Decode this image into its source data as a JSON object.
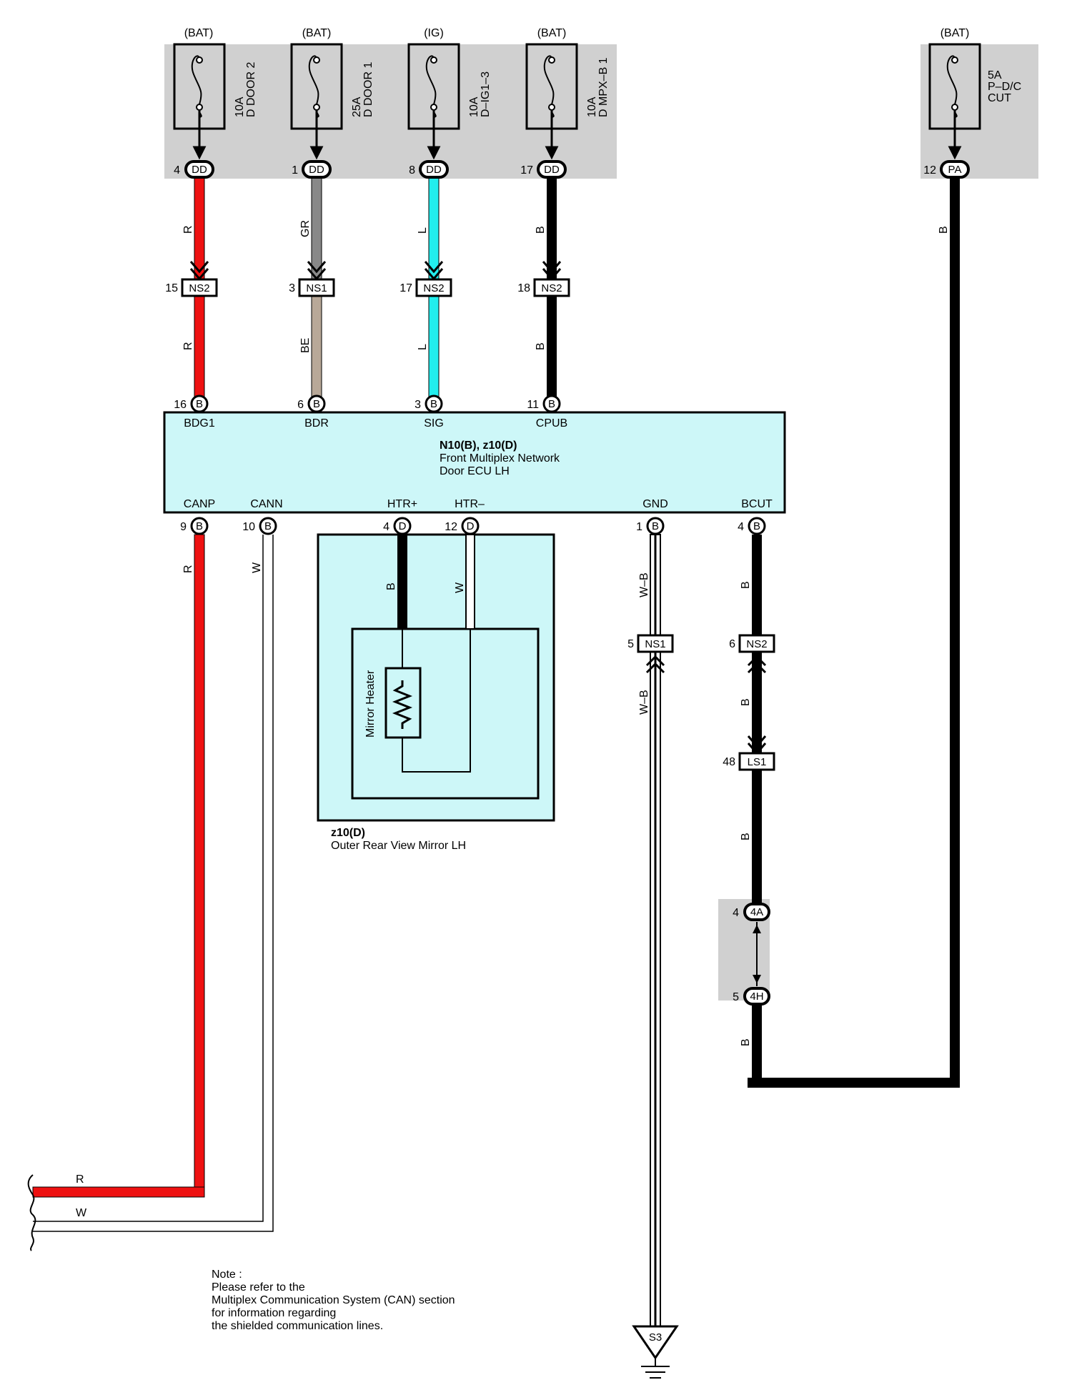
{
  "fuses": [
    {
      "supply": "(BAT)",
      "rating": "10A",
      "name": "D DOOR 2",
      "pin": "4",
      "connector": "DD"
    },
    {
      "supply": "(BAT)",
      "rating": "25A",
      "name": "D DOOR 1",
      "pin": "1",
      "connector": "DD"
    },
    {
      "supply": "(IG)",
      "rating": "10A",
      "name": "D–IG1–3",
      "pin": "8",
      "connector": "DD"
    },
    {
      "supply": "(BAT)",
      "rating": "10A",
      "name": "D MPX–B 1",
      "pin": "17",
      "connector": "DD"
    },
    {
      "supply": "(BAT)",
      "rating": "5A",
      "name": "P–D/C",
      "name2": "CUT",
      "pin": "12",
      "connector": "PA"
    }
  ],
  "wires_top": [
    {
      "upper_color": "R",
      "junction_pin": "15",
      "junction": "NS2",
      "lower_color": "R",
      "ecu_pin": "16",
      "ecu_conn": "B",
      "terminal": "BDG1"
    },
    {
      "upper_color": "GR",
      "junction_pin": "3",
      "junction": "NS1",
      "lower_color": "BE",
      "ecu_pin": "6",
      "ecu_conn": "B",
      "terminal": "BDR"
    },
    {
      "upper_color": "L",
      "junction_pin": "17",
      "junction": "NS2",
      "lower_color": "L",
      "ecu_pin": "3",
      "ecu_conn": "B",
      "terminal": "SIG"
    },
    {
      "upper_color": "B",
      "junction_pin": "18",
      "junction": "NS2",
      "lower_color": "B",
      "ecu_pin": "11",
      "ecu_conn": "B",
      "terminal": "CPUB"
    }
  ],
  "pa_wire_color": "B",
  "ecu": {
    "ref": "N10(B), z10(D)",
    "name1": "Front Multiplex Network",
    "name2": "Door ECU LH",
    "bottom": [
      {
        "terminal": "CANP",
        "pin": "9",
        "conn": "B",
        "color": "R"
      },
      {
        "terminal": "CANN",
        "pin": "10",
        "conn": "B",
        "color": "W"
      },
      {
        "terminal": "HTR+",
        "pin": "4",
        "conn": "D",
        "color": "B"
      },
      {
        "terminal": "HTR–",
        "pin": "12",
        "conn": "D",
        "color": "W"
      },
      {
        "terminal": "GND",
        "pin": "1",
        "conn": "B",
        "color": "W–B"
      },
      {
        "terminal": "BCUT",
        "pin": "4",
        "conn": "B",
        "color": "B"
      }
    ]
  },
  "mirror": {
    "heater_label": "Mirror Heater",
    "ref": "z10(D)",
    "name": "Outer Rear View Mirror LH"
  },
  "gnd_path": {
    "junction_pin": "5",
    "junction": "NS1",
    "color_below": "W–B",
    "ground": "S3"
  },
  "bcut_path": {
    "junction_pin": "6",
    "junction": "NS2",
    "color1": "B",
    "ls_pin": "48",
    "ls": "LS1",
    "color2": "B",
    "c4a_pin": "4",
    "c4a": "4A",
    "c4h_pin": "5",
    "c4h": "4H",
    "color3": "B"
  },
  "can_out": {
    "r_label": "R",
    "w_label": "W"
  },
  "note": {
    "lines": [
      "Note :",
      "Please refer to the",
      "Multiplex Communication System (CAN) section",
      "for information regarding",
      "the shielded communication lines."
    ]
  },
  "colors": {
    "red": "#ee1111",
    "gray": "#888888",
    "cyan": "#22eeee",
    "beige": "#b8a898",
    "black": "#000000",
    "ecu_fill": "#cdf7f8",
    "junction_block": "#d0d0d0"
  }
}
